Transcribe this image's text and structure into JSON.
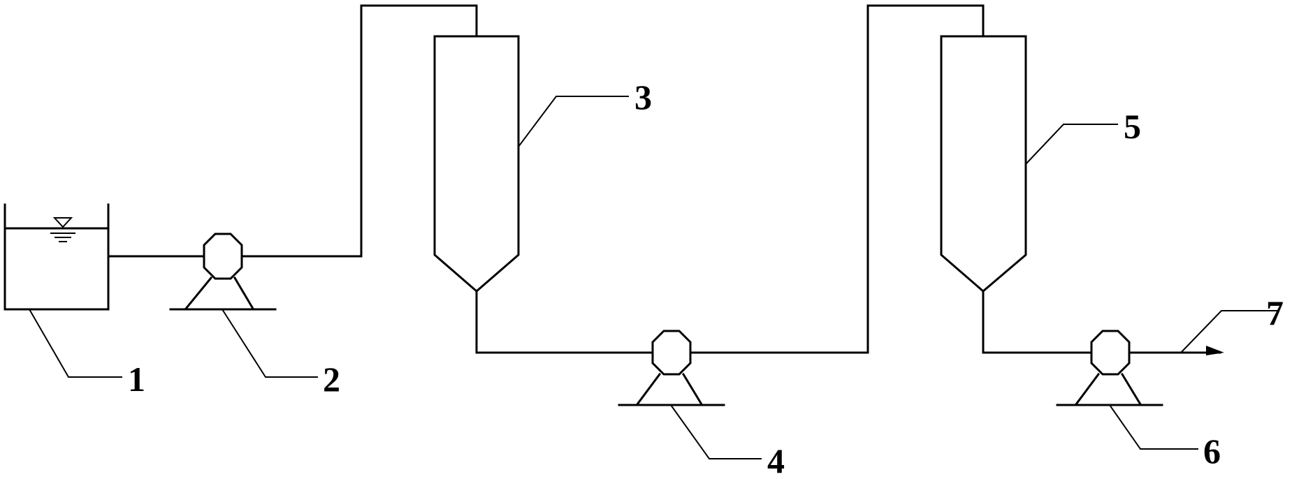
{
  "labels": {
    "tank": "1",
    "pump_1": "2",
    "reactor_1": "3",
    "pump_2": "4",
    "reactor_2": "5",
    "pump_3": "6",
    "outlet": "7"
  }
}
